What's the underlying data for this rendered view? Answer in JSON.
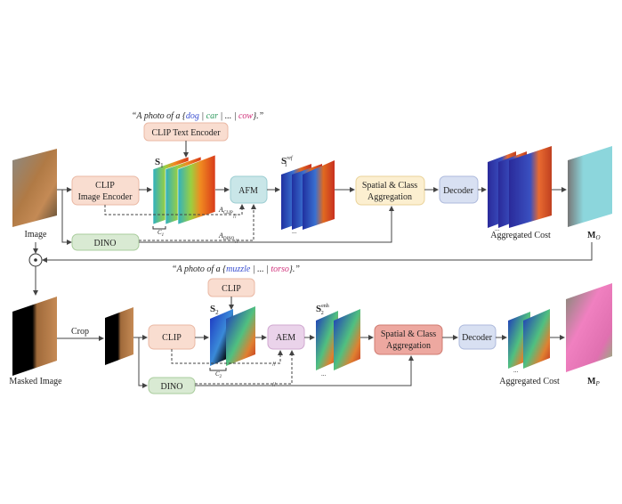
{
  "colors": {
    "clip_box": "#f9ddd0",
    "dino_box": "#d9ead3",
    "afm_box": "#c9e6e8",
    "aem_box": "#ead3ea",
    "agg_box_top": "#fcefd0",
    "agg_box_bottom": "#eda8a0",
    "decoder_box": "#d8e0f2",
    "word_blue": "#3a4fd0",
    "word_green": "#2e9a5e",
    "word_pink": "#d0307a"
  },
  "top": {
    "prompt": {
      "prefix": "“A photo of a {",
      "w1": "dog",
      "sep1": " | ",
      "w2": "car",
      "sep2": " | ... | ",
      "w3": "cow",
      "suffix": "}.”"
    },
    "text_encoder": "CLIP Text Encoder",
    "image_label": "Image",
    "image_encoder_l1": "CLIP",
    "image_encoder_l2": "Image Encoder",
    "dino": "DINO",
    "s1": "S",
    "s1_sub": "1",
    "c1": "C",
    "c1_sub": "1",
    "a_clip": "A",
    "a_clip_sub": "CLIP",
    "a_dino": "A",
    "a_dino_sub": "DINO",
    "afm": "AFM",
    "s1ref": "S",
    "s1ref_sub": "1",
    "s1ref_sup": "ref",
    "agg_l1": "Spatial & Class",
    "agg_l2": "Aggregation",
    "decoder": "Decoder",
    "cost_label": "Aggregated Cost",
    "mo": "M",
    "mo_sub": "O",
    "ellipsis": "...",
    "stop": "//"
  },
  "bottom": {
    "prompt": {
      "prefix": "“A photo of a {",
      "w1": "muzzle",
      "sep": " | ... | ",
      "w2": "torso",
      "suffix": "}.”"
    },
    "clip_text": "CLIP",
    "masked_label": "Masked Image",
    "crop": "Crop",
    "clip": "CLIP",
    "dino": "DINO",
    "s2": "S",
    "s2_sub": "2",
    "c2": "C",
    "c2_sub": "2",
    "aem": "AEM",
    "s2enh": "S",
    "s2enh_sub": "2",
    "s2enh_sup": "enh",
    "agg_l1": "Spatial & Class",
    "agg_l2": "Aggregation",
    "decoder": "Decoder",
    "cost_label": "Aggregated Cost",
    "mp": "M",
    "mp_sub": "P",
    "ellipsis": "...",
    "stop": "//"
  },
  "odot": "⊙"
}
